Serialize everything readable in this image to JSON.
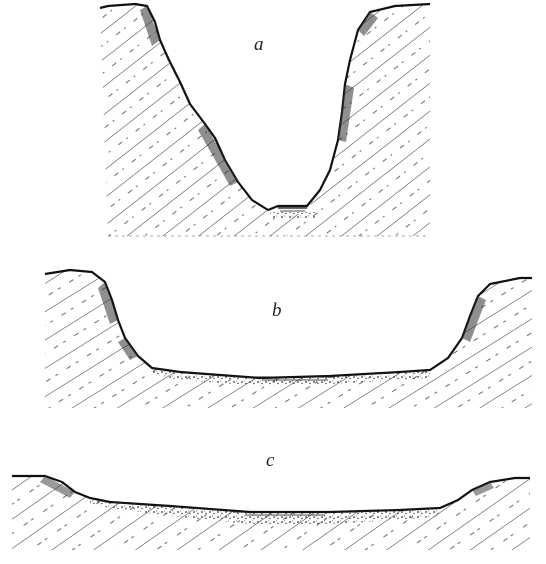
{
  "panels": [
    {
      "id": "a",
      "label": "a"
    },
    {
      "id": "b",
      "label": "b"
    },
    {
      "id": "c",
      "label": "c"
    }
  ],
  "colors": {
    "ink": "#222222",
    "background": "#ffffff"
  }
}
